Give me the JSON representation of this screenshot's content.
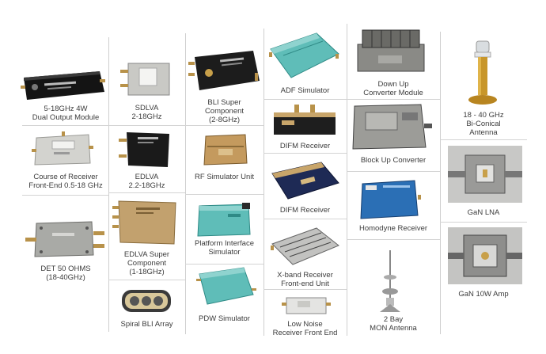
{
  "items": [
    {
      "id": "a1",
      "caption": [
        "5-18GHz 4W",
        "Dual Output Module"
      ]
    },
    {
      "id": "a2",
      "caption": [
        "Course of Receiver",
        "Front-End 0.5-18 GHz"
      ]
    },
    {
      "id": "a3",
      "caption": [
        "DET 50 OHMS",
        "(18-40GHz)"
      ]
    },
    {
      "id": "b1",
      "caption": [
        "SDLVA",
        "2-18GHz"
      ]
    },
    {
      "id": "b2",
      "caption": [
        "EDLVA",
        "2.2-18GHz"
      ]
    },
    {
      "id": "b3",
      "caption": [
        "EDLVA Super",
        "Component",
        "(1-18GHz)"
      ]
    },
    {
      "id": "b4",
      "caption": [
        "Spiral BLI Array"
      ]
    },
    {
      "id": "c1",
      "caption": [
        "BLI Super",
        "Component",
        "(2-8GHz)"
      ]
    },
    {
      "id": "c2",
      "caption": [
        "RF Simulator Unit"
      ]
    },
    {
      "id": "c3",
      "caption": [
        "Platform Interface",
        "Simulator"
      ]
    },
    {
      "id": "c4",
      "caption": [
        "PDW Simulator"
      ]
    },
    {
      "id": "d1",
      "caption": [
        "ADF Simulator"
      ]
    },
    {
      "id": "d2",
      "caption": [
        "DIFM Receiver"
      ]
    },
    {
      "id": "d3",
      "caption": [
        "DIFM Receiver"
      ]
    },
    {
      "id": "d4",
      "caption": [
        "X-band Receiver",
        "Front-end Unit"
      ]
    },
    {
      "id": "d5",
      "caption": [
        "Low Noise",
        "Receiver Front End"
      ]
    },
    {
      "id": "e1",
      "caption": [
        "Down Up",
        "Converter Module"
      ]
    },
    {
      "id": "e2",
      "caption": [
        "Block Up Converter"
      ]
    },
    {
      "id": "e3",
      "caption": [
        "Homodyne Receiver"
      ]
    },
    {
      "id": "e4",
      "caption": [
        "2 Bay",
        "MON Antenna"
      ]
    },
    {
      "id": "f1",
      "caption": [
        "18 - 40 GHz",
        "Bi-Conical",
        "Antenna"
      ]
    },
    {
      "id": "f2",
      "caption": [
        "GaN LNA"
      ]
    },
    {
      "id": "f3",
      "caption": [
        "GaN 10W Amp"
      ]
    }
  ],
  "colors": {
    "line": "#cfcfcf",
    "module_black": "#1a1a1a",
    "module_silver": "#b9b9b6",
    "module_gold": "#c8a56a",
    "module_teal": "#5fbdb8",
    "module_blue": "#2b6fb5",
    "connector_gold": "#b8924a"
  },
  "icons": [
    "module-photo",
    "antenna-photo",
    "amplifier-photo"
  ]
}
